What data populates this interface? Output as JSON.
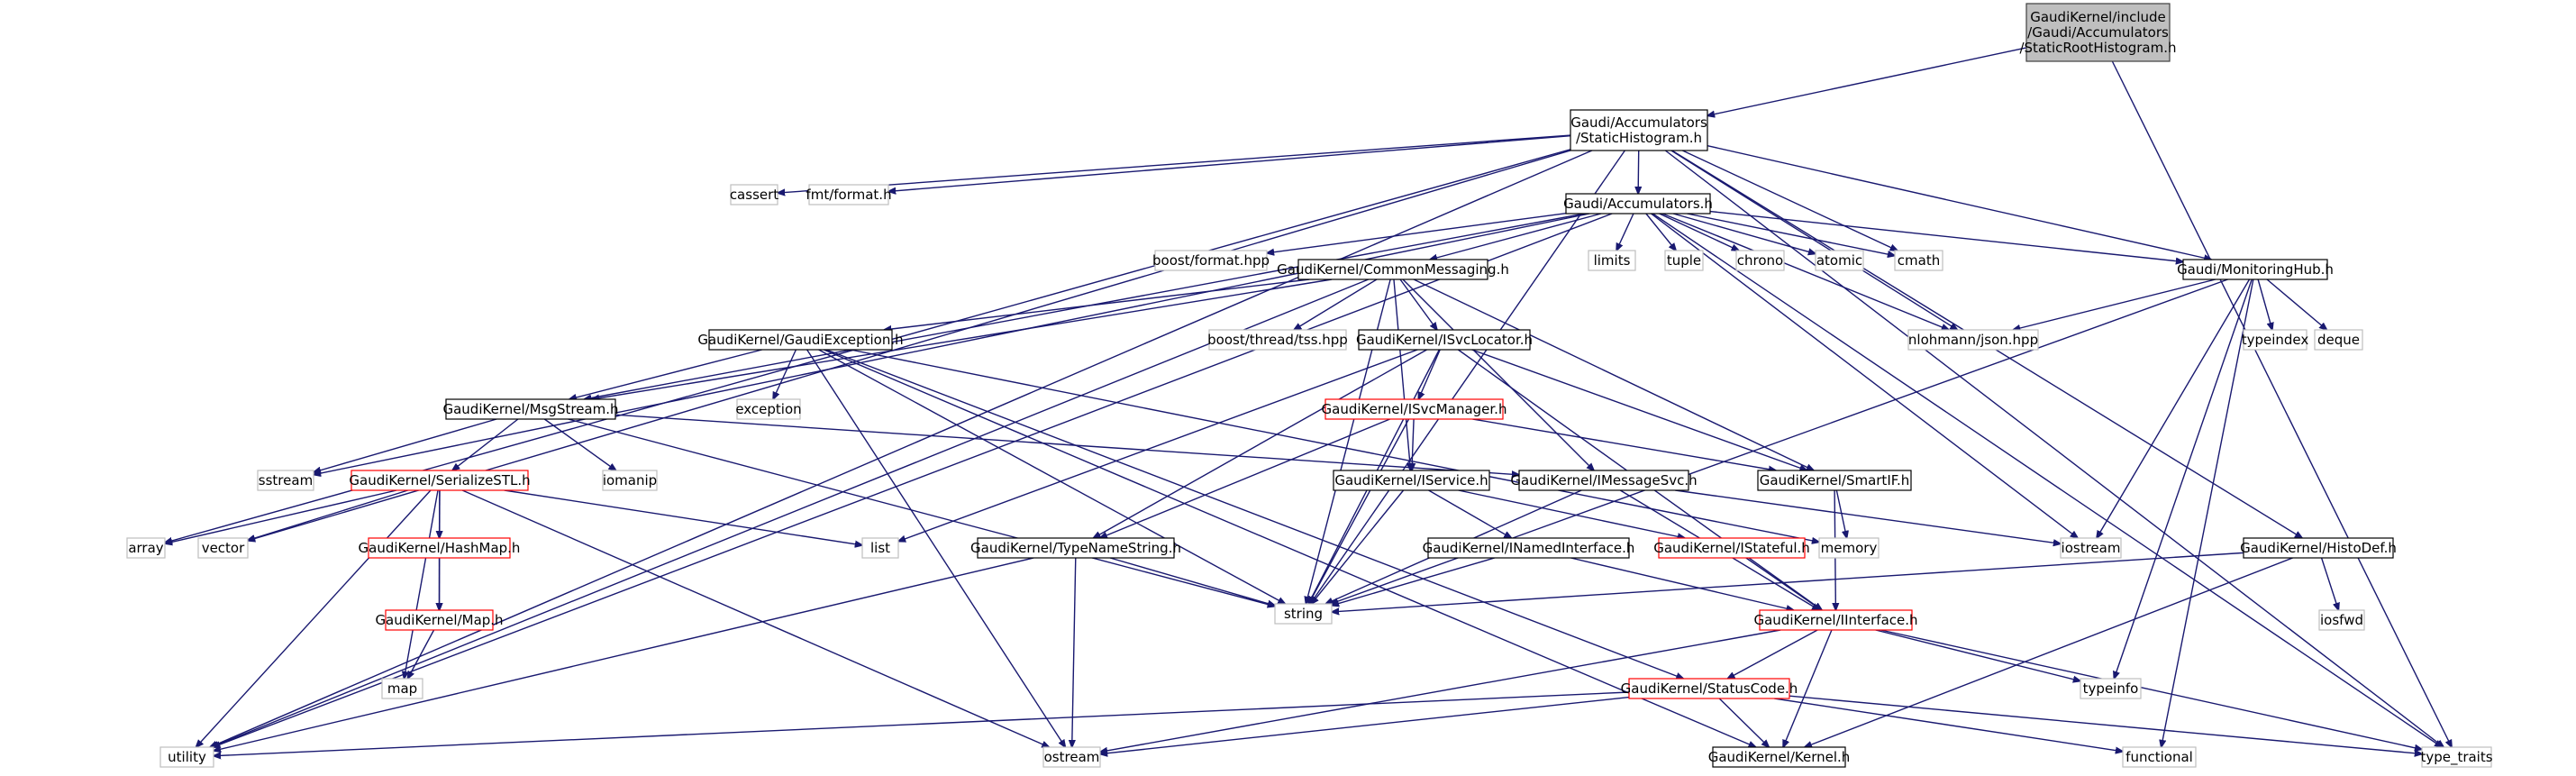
{
  "nodes": [
    {
      "id": "root",
      "label": "GaudiKernel/include/Gaudi/Accumulators/StaticRootHistogram.h",
      "lines": [
        "GaudiKernel/include",
        "/Gaudi/Accumulators",
        "/StaticRootHistogram.h"
      ],
      "style": "root"
    },
    {
      "id": "static_hist",
      "label": "Gaudi/Accumulators/StaticHistogram.h",
      "lines": [
        "Gaudi/Accumulators",
        "/StaticHistogram.h"
      ],
      "style": "black"
    },
    {
      "id": "cassert",
      "label": "cassert",
      "style": "gray"
    },
    {
      "id": "fmt",
      "label": "fmt/format.h",
      "style": "gray"
    },
    {
      "id": "accumulators",
      "label": "Gaudi/Accumulators.h",
      "style": "black"
    },
    {
      "id": "boostformat",
      "label": "boost/format.hpp",
      "style": "gray"
    },
    {
      "id": "commonmsg",
      "label": "GaudiKernel/CommonMessaging.h",
      "style": "black"
    },
    {
      "id": "limits",
      "label": "limits",
      "style": "gray"
    },
    {
      "id": "tuple",
      "label": "tuple",
      "style": "gray"
    },
    {
      "id": "chrono",
      "label": "chrono",
      "style": "gray"
    },
    {
      "id": "atomic",
      "label": "atomic",
      "style": "gray"
    },
    {
      "id": "cmath",
      "label": "cmath",
      "style": "gray"
    },
    {
      "id": "monhub",
      "label": "Gaudi/MonitoringHub.h",
      "style": "black"
    },
    {
      "id": "gaudiexc",
      "label": "GaudiKernel/GaudiException.h",
      "style": "black"
    },
    {
      "id": "boosttss",
      "label": "boost/thread/tss.hpp",
      "style": "gray"
    },
    {
      "id": "isvcloc",
      "label": "GaudiKernel/ISvcLocator.h",
      "style": "black"
    },
    {
      "id": "json",
      "label": "nlohmann/json.hpp",
      "style": "gray"
    },
    {
      "id": "typeindex",
      "label": "typeindex",
      "style": "gray"
    },
    {
      "id": "deque",
      "label": "deque",
      "style": "gray"
    },
    {
      "id": "msgstream",
      "label": "GaudiKernel/MsgStream.h",
      "style": "black"
    },
    {
      "id": "exception",
      "label": "exception",
      "style": "gray"
    },
    {
      "id": "isvcmgr",
      "label": "GaudiKernel/ISvcManager.h",
      "style": "red"
    },
    {
      "id": "sstream",
      "label": "sstream",
      "style": "gray"
    },
    {
      "id": "iomanip",
      "label": "iomanip",
      "style": "gray"
    },
    {
      "id": "serialstl",
      "label": "GaudiKernel/SerializeSTL.h",
      "style": "red"
    },
    {
      "id": "iservice",
      "label": "GaudiKernel/IService.h",
      "style": "black"
    },
    {
      "id": "imsgsvc",
      "label": "GaudiKernel/IMessageSvc.h",
      "style": "black"
    },
    {
      "id": "smartif",
      "label": "GaudiKernel/SmartIF.h",
      "style": "black"
    },
    {
      "id": "array",
      "label": "array",
      "style": "gray"
    },
    {
      "id": "vector",
      "label": "vector",
      "style": "gray"
    },
    {
      "id": "hashmap",
      "label": "GaudiKernel/HashMap.h",
      "style": "red"
    },
    {
      "id": "list",
      "label": "list",
      "style": "gray"
    },
    {
      "id": "typenamestr",
      "label": "GaudiKernel/TypeNameString.h",
      "style": "black"
    },
    {
      "id": "inamed",
      "label": "GaudiKernel/INamedInterface.h",
      "style": "black"
    },
    {
      "id": "istateful",
      "label": "GaudiKernel/IStateful.h",
      "style": "red"
    },
    {
      "id": "memory",
      "label": "memory",
      "style": "gray"
    },
    {
      "id": "iostream",
      "label": "iostream",
      "style": "gray"
    },
    {
      "id": "histodef",
      "label": "GaudiKernel/HistoDef.h",
      "style": "black"
    },
    {
      "id": "map_h",
      "label": "GaudiKernel/Map.h",
      "style": "red"
    },
    {
      "id": "string",
      "label": "string",
      "style": "gray"
    },
    {
      "id": "iinterface",
      "label": "GaudiKernel/IInterface.h",
      "style": "red"
    },
    {
      "id": "iosfwd",
      "label": "iosfwd",
      "style": "gray"
    },
    {
      "id": "map",
      "label": "map",
      "style": "gray"
    },
    {
      "id": "typeinfo",
      "label": "typeinfo",
      "style": "gray"
    },
    {
      "id": "statuscode",
      "label": "GaudiKernel/StatusCode.h",
      "style": "red"
    },
    {
      "id": "utility",
      "label": "utility",
      "style": "gray"
    },
    {
      "id": "ostream",
      "label": "ostream",
      "style": "gray"
    },
    {
      "id": "kernel",
      "label": "GaudiKernel/Kernel.h",
      "style": "black"
    },
    {
      "id": "functional",
      "label": "functional",
      "style": "gray"
    },
    {
      "id": "type_traits",
      "label": "type_traits",
      "style": "gray"
    }
  ],
  "edges": [
    [
      "root",
      "static_hist"
    ],
    [
      "root",
      "type_traits"
    ],
    [
      "static_hist",
      "accumulators"
    ],
    [
      "static_hist",
      "cassert"
    ],
    [
      "static_hist",
      "fmt"
    ],
    [
      "static_hist",
      "utility"
    ],
    [
      "static_hist",
      "array"
    ],
    [
      "static_hist",
      "vector"
    ],
    [
      "static_hist",
      "string"
    ],
    [
      "static_hist",
      "cmath"
    ],
    [
      "static_hist",
      "json"
    ],
    [
      "static_hist",
      "monhub"
    ],
    [
      "static_hist",
      "histodef"
    ],
    [
      "static_hist",
      "type_traits"
    ],
    [
      "accumulators",
      "boostformat"
    ],
    [
      "accumulators",
      "commonmsg"
    ],
    [
      "accumulators",
      "limits"
    ],
    [
      "accumulators",
      "tuple"
    ],
    [
      "accumulators",
      "chrono"
    ],
    [
      "accumulators",
      "atomic"
    ],
    [
      "accumulators",
      "cmath"
    ],
    [
      "accumulators",
      "monhub"
    ],
    [
      "accumulators",
      "json"
    ],
    [
      "accumulators",
      "iostream"
    ],
    [
      "accumulators",
      "utility"
    ],
    [
      "accumulators",
      "sstream"
    ],
    [
      "accumulators",
      "msgstream"
    ],
    [
      "accumulators",
      "type_traits"
    ],
    [
      "commonmsg",
      "gaudiexc"
    ],
    [
      "commonmsg",
      "boosttss"
    ],
    [
      "commonmsg",
      "isvcloc"
    ],
    [
      "commonmsg",
      "msgstream"
    ],
    [
      "commonmsg",
      "imsgsvc"
    ],
    [
      "commonmsg",
      "smartif"
    ],
    [
      "commonmsg",
      "iservice"
    ],
    [
      "commonmsg",
      "string"
    ],
    [
      "commonmsg",
      "utility"
    ],
    [
      "monhub",
      "json"
    ],
    [
      "monhub",
      "typeindex"
    ],
    [
      "monhub",
      "deque"
    ],
    [
      "monhub",
      "iostream"
    ],
    [
      "monhub",
      "string"
    ],
    [
      "monhub",
      "typeinfo"
    ],
    [
      "monhub",
      "functional"
    ],
    [
      "gaudiexc",
      "msgstream"
    ],
    [
      "gaudiexc",
      "exception"
    ],
    [
      "gaudiexc",
      "string"
    ],
    [
      "gaudiexc",
      "statuscode"
    ],
    [
      "gaudiexc",
      "kernel"
    ],
    [
      "gaudiexc",
      "ostream"
    ],
    [
      "gaudiexc",
      "memory"
    ],
    [
      "isvcloc",
      "isvcmgr"
    ],
    [
      "isvcloc",
      "smartif"
    ],
    [
      "isvcloc",
      "iinterface"
    ],
    [
      "isvcloc",
      "typenamestr"
    ],
    [
      "isvcloc",
      "string"
    ],
    [
      "isvcloc",
      "list"
    ],
    [
      "isvcmgr",
      "iservice"
    ],
    [
      "isvcmgr",
      "smartif"
    ],
    [
      "isvcmgr",
      "typenamestr"
    ],
    [
      "isvcmgr",
      "string"
    ],
    [
      "msgstream",
      "sstream"
    ],
    [
      "msgstream",
      "iomanip"
    ],
    [
      "msgstream",
      "serialstl"
    ],
    [
      "msgstream",
      "imsgsvc"
    ],
    [
      "msgstream",
      "string"
    ],
    [
      "serialstl",
      "array"
    ],
    [
      "serialstl",
      "vector"
    ],
    [
      "serialstl",
      "hashmap"
    ],
    [
      "serialstl",
      "map_h"
    ],
    [
      "serialstl",
      "list"
    ],
    [
      "serialstl",
      "map"
    ],
    [
      "serialstl",
      "utility"
    ],
    [
      "serialstl",
      "ostream"
    ],
    [
      "iservice",
      "inamed"
    ],
    [
      "iservice",
      "istateful"
    ],
    [
      "iservice",
      "string"
    ],
    [
      "imsgsvc",
      "iinterface"
    ],
    [
      "imsgsvc",
      "string"
    ],
    [
      "imsgsvc",
      "iostream"
    ],
    [
      "smartif",
      "iinterface"
    ],
    [
      "smartif",
      "memory"
    ],
    [
      "hashmap",
      "map_h"
    ],
    [
      "map_h",
      "map"
    ],
    [
      "typenamestr",
      "string"
    ],
    [
      "typenamestr",
      "ostream"
    ],
    [
      "typenamestr",
      "utility"
    ],
    [
      "inamed",
      "iinterface"
    ],
    [
      "inamed",
      "string"
    ],
    [
      "istateful",
      "iinterface"
    ],
    [
      "histodef",
      "string"
    ],
    [
      "histodef",
      "iosfwd"
    ],
    [
      "histodef",
      "kernel"
    ],
    [
      "iinterface",
      "statuscode"
    ],
    [
      "iinterface",
      "typeinfo"
    ],
    [
      "iinterface",
      "kernel"
    ],
    [
      "iinterface",
      "ostream"
    ],
    [
      "iinterface",
      "type_traits"
    ],
    [
      "statuscode",
      "kernel"
    ],
    [
      "statuscode",
      "utility"
    ],
    [
      "statuscode",
      "ostream"
    ],
    [
      "statuscode",
      "functional"
    ],
    [
      "statuscode",
      "type_traits"
    ]
  ]
}
